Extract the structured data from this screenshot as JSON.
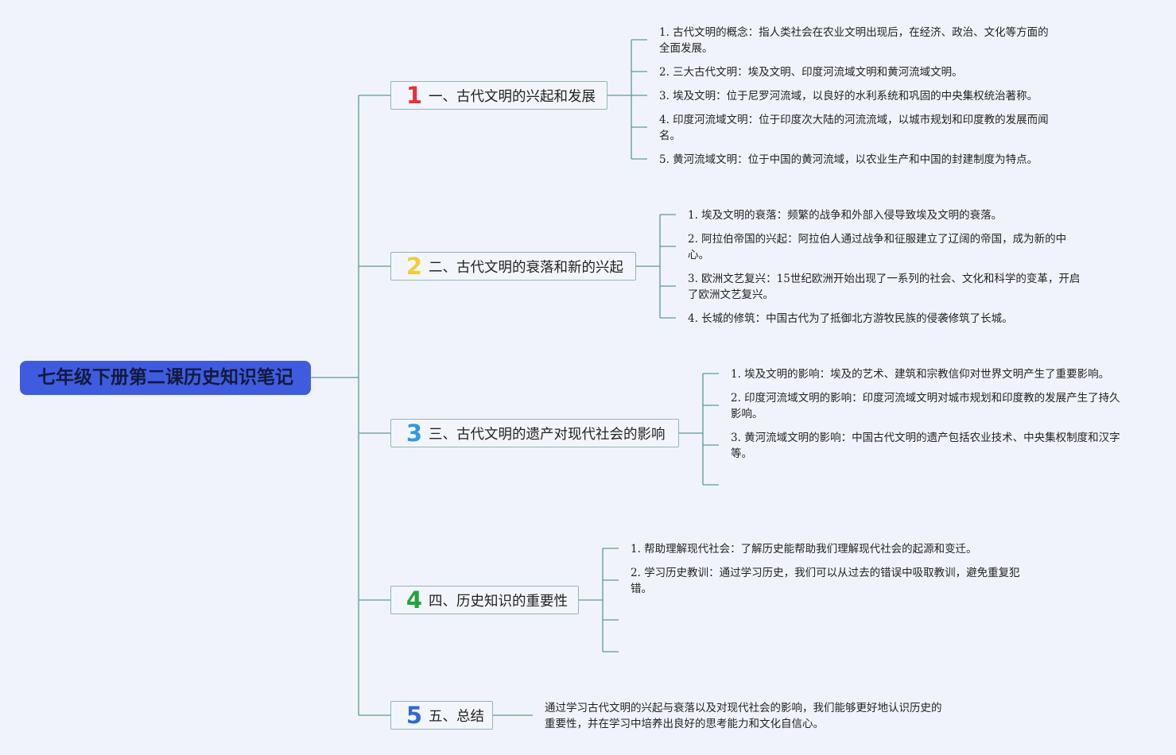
{
  "root": {
    "title": "七年级下册第二课历史知识笔记",
    "color": "#3f5ce0"
  },
  "branches": [
    {
      "number": "1",
      "number_color": "#e8303c",
      "title": "一、古代文明的兴起和发展",
      "items": [
        "1. 古代文明的概念：指人类社会在农业文明出现后，在经济、政治、文化等方面的全面发展。",
        "2. 三大古代文明：埃及文明、印度河流域文明和黄河流域文明。",
        "3. 埃及文明：位于尼罗河流域，以良好的水利系统和巩固的中央集权统治著称。",
        "4. 印度河流域文明：位于印度次大陆的河流流域，以城市规划和印度教的发展而闻名。",
        "5. 黄河流域文明：位于中国的黄河流域，以农业生产和中国的封建制度为特点。"
      ]
    },
    {
      "number": "2",
      "number_color": "#f2cc30",
      "title": "二、古代文明的衰落和新的兴起",
      "items": [
        "1. 埃及文明的衰落：频繁的战争和外部入侵导致埃及文明的衰落。",
        "2. 阿拉伯帝国的兴起：阿拉伯人通过战争和征服建立了辽阔的帝国，成为新的中心。",
        "3. 欧洲文艺复兴：15世纪欧洲开始出现了一系列的社会、文化和科学的变革，开启了欧洲文艺复兴。",
        "4. 长城的修筑：中国古代为了抵御北方游牧民族的侵袭修筑了长城。"
      ]
    },
    {
      "number": "3",
      "number_color": "#2e9be0",
      "title": "三、古代文明的遗产对现代社会的影响",
      "items": [
        "1. 埃及文明的影响：埃及的艺术、建筑和宗教信仰对世界文明产生了重要影响。",
        "2. 印度河流域文明的影响：印度河流域文明对城市规划和印度教的发展产生了持久影响。",
        "3. 黄河流域文明的影响：中国古代文明的遗产包括农业技术、中央集权制度和汉字等。",
        ""
      ]
    },
    {
      "number": "4",
      "number_color": "#22a33a",
      "title": "四、历史知识的重要性",
      "items": [
        "1. 帮助理解现代社会：了解历史能帮助我们理解现代社会的起源和变迁。",
        "2. 学习历史教训：通过学习历史，我们可以从过去的错误中吸取教训，避免重复犯错。",
        "",
        "",
        ""
      ]
    },
    {
      "number": "5",
      "number_color": "#3068d8",
      "title": "五、总结",
      "items": [
        "通过学习古代文明的兴起与衰落以及对现代社会的影响，我们能够更好地认识历史的重要性，并在学习中培养出良好的思考能力和文化自信心。"
      ]
    }
  ]
}
